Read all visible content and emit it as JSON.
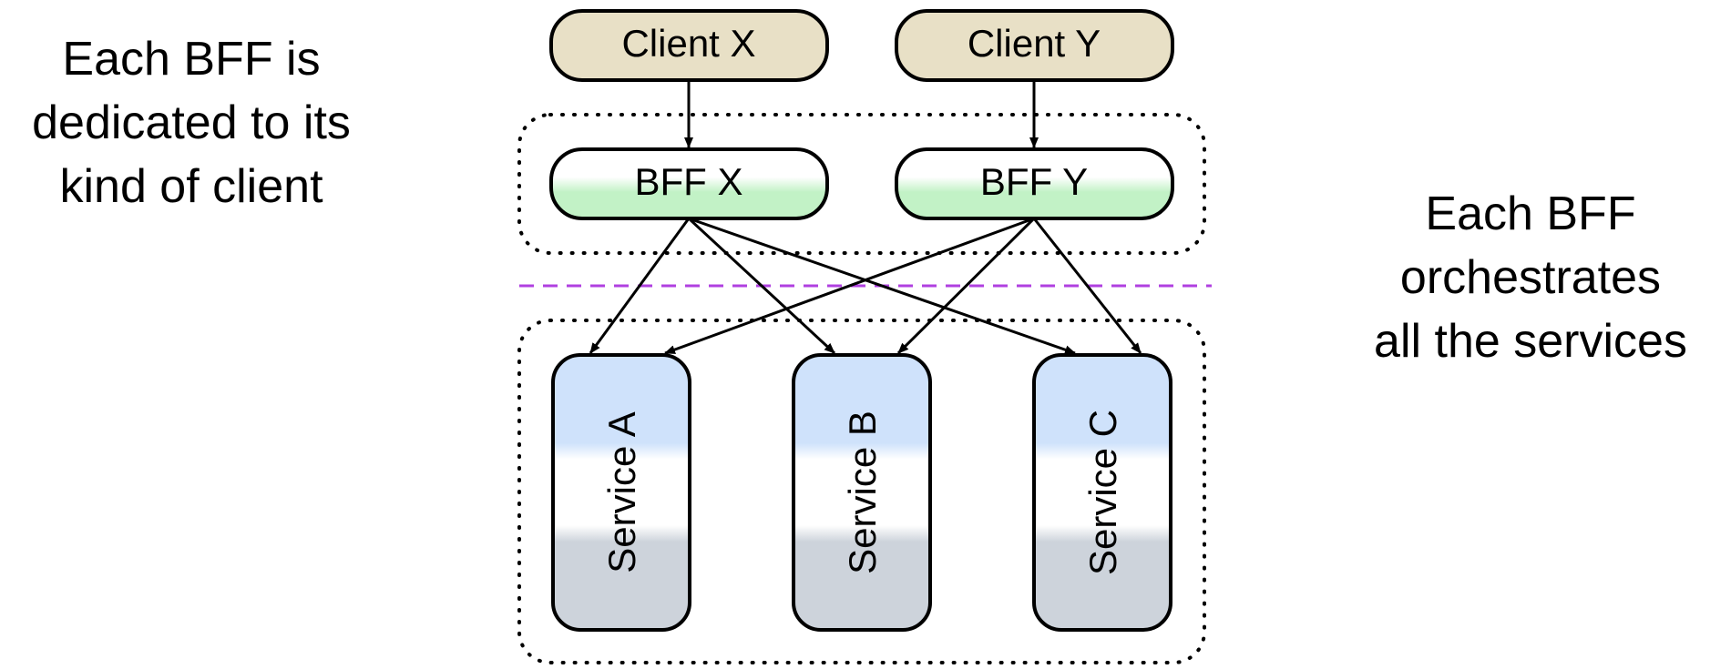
{
  "left_note": {
    "lines": [
      "Each BFF is",
      "dedicated to its",
      "kind of client"
    ]
  },
  "right_note": {
    "lines": [
      "Each BFF",
      "orchestrates",
      "all the services"
    ]
  },
  "clients": [
    {
      "id": "client-x",
      "label": "Client X"
    },
    {
      "id": "client-y",
      "label": "Client Y"
    }
  ],
  "bffs": [
    {
      "id": "bff-x",
      "label": "BFF X"
    },
    {
      "id": "bff-y",
      "label": "BFF Y"
    }
  ],
  "services": [
    {
      "id": "service-a",
      "label": "Service A"
    },
    {
      "id": "service-b",
      "label": "Service B"
    },
    {
      "id": "service-c",
      "label": "Service C"
    }
  ],
  "edges": [
    {
      "from": "client-x",
      "to": "bff-x"
    },
    {
      "from": "client-y",
      "to": "bff-y"
    },
    {
      "from": "bff-x",
      "to": "service-a"
    },
    {
      "from": "bff-x",
      "to": "service-b"
    },
    {
      "from": "bff-x",
      "to": "service-c"
    },
    {
      "from": "bff-y",
      "to": "service-a"
    },
    {
      "from": "bff-y",
      "to": "service-b"
    },
    {
      "from": "bff-y",
      "to": "service-c"
    }
  ],
  "colors": {
    "client_fill": "#e8e0c6",
    "bff_fill_top": "#ffffff",
    "bff_fill": "#c2f2c6",
    "service_top": "#cfe2fb",
    "service_mid": "#ffffff",
    "service_bottom": "#cdd3db",
    "stroke": "#000000",
    "divider": "#b040e0"
  }
}
